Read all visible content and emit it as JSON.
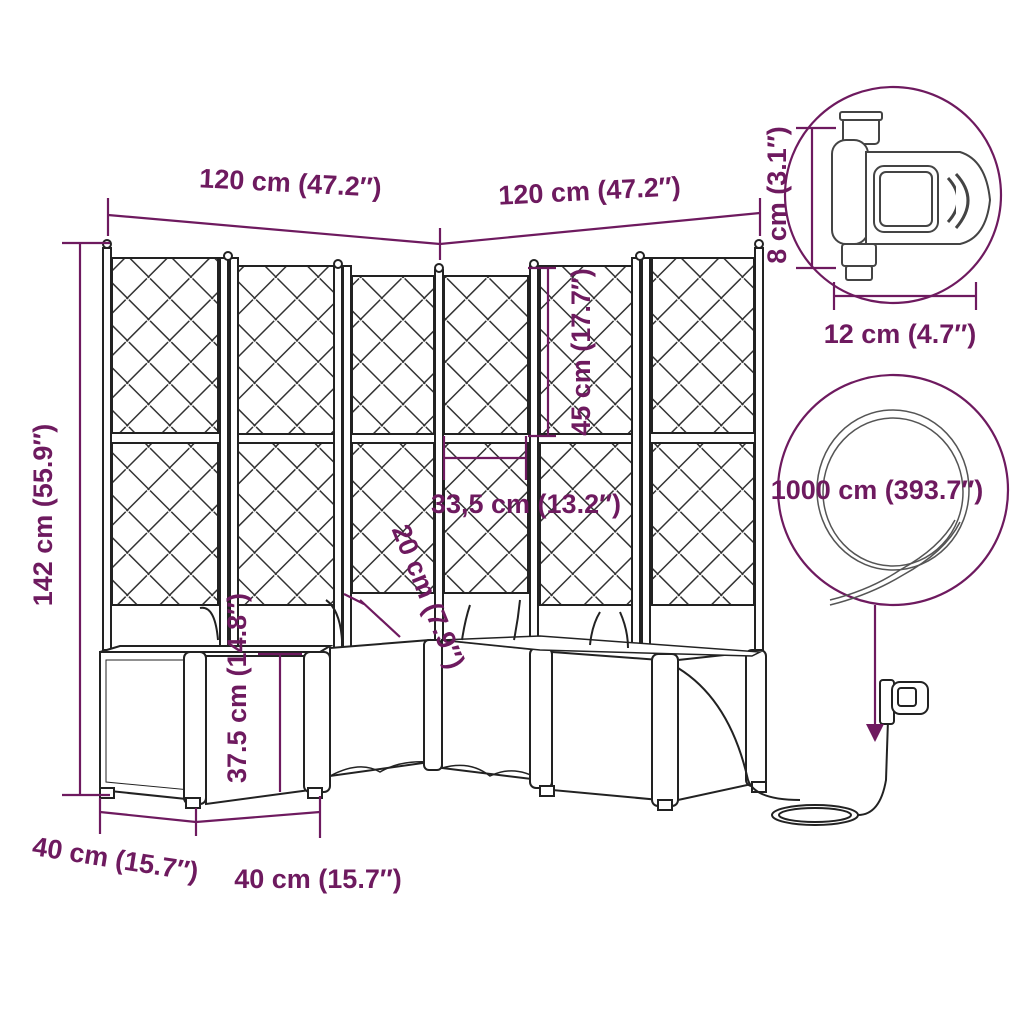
{
  "colors": {
    "dimension": "#6e1a5f",
    "outline": "#222222",
    "background": "#ffffff"
  },
  "dimensions": {
    "left_width": "120 cm (47.2″)",
    "right_width": "120 cm (47.2″)",
    "total_height": "142 cm (55.9″)",
    "panel_height": "45 cm (17.7″)",
    "panel_width": "33,5 cm (13.2″)",
    "gap_depth": "20 cm (7.9″)",
    "box_inner_height": "37.5 cm (14.8″)",
    "depth_left": "40 cm (15.7″)",
    "width_front": "40 cm (15.7″)",
    "timer_height": "8 cm (3.1″)",
    "timer_width": "12 cm (4.7″)",
    "hose_length": "1000 cm (393.7″)"
  },
  "icons": {
    "timer": "water-timer-icon",
    "hose": "garden-hose-icon"
  }
}
